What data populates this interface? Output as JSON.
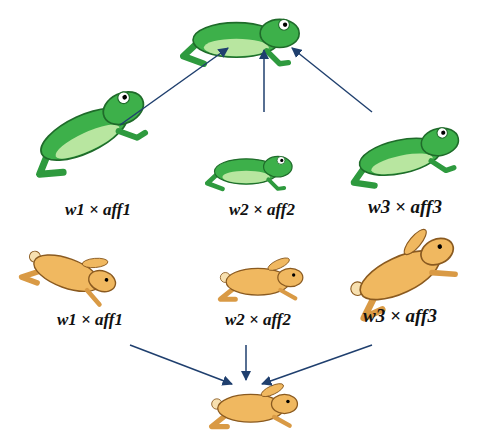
{
  "diagram": {
    "labels": [
      "w1 × aff1",
      "w2 × aff2",
      "w3 × aff3",
      "w1 × aff1",
      "w2 × aff2",
      "w3 × aff3"
    ]
  }
}
